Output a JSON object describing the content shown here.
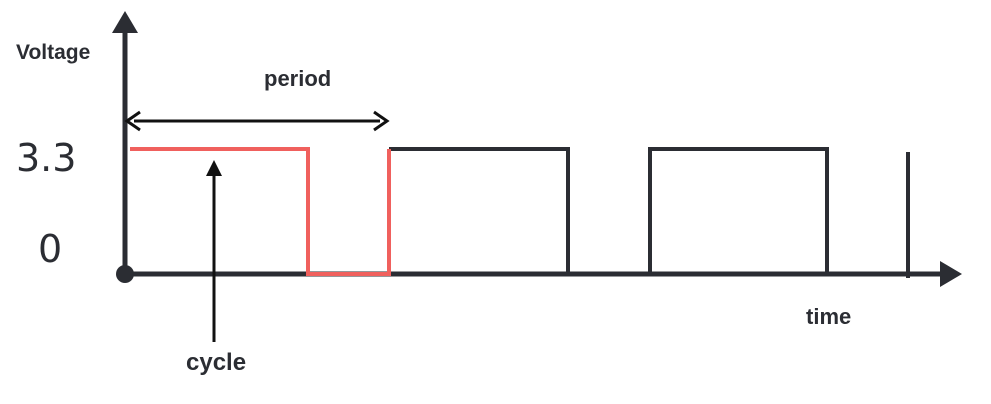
{
  "labels": {
    "y_axis": "Voltage",
    "x_axis": "time",
    "period": "period",
    "cycle": "cycle",
    "level_high": "3.3",
    "level_low": "0"
  },
  "colors": {
    "axis": "#2b2d33",
    "waveform": "#2b2d33",
    "highlight": "#f0605d",
    "background": "#ffffff"
  }
}
